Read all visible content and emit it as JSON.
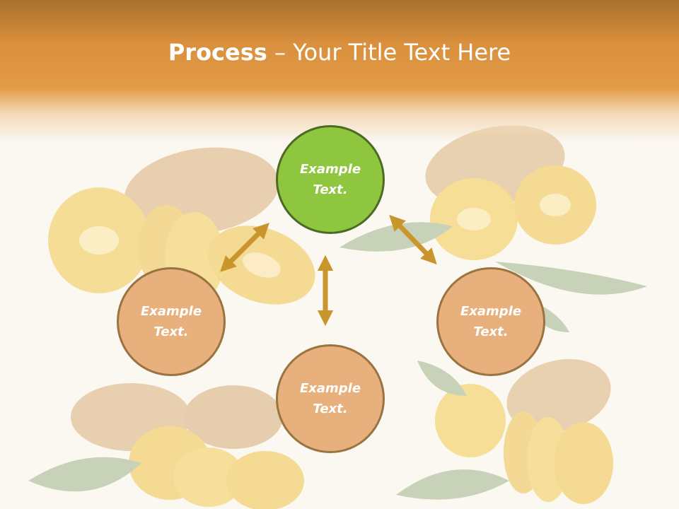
{
  "title": {
    "bold": "Process",
    "rest": " – Your Title Text Here"
  },
  "colors": {
    "header": "#e39b47",
    "accent_circle": "#8ec63f",
    "circle": "#e8b07c",
    "arrow": "#c9962e"
  },
  "nodes": [
    {
      "id": "top",
      "label": "Example Text.",
      "style": "green"
    },
    {
      "id": "left",
      "label": "Example Text.",
      "style": "orange"
    },
    {
      "id": "right",
      "label": "Example Text.",
      "style": "orange"
    },
    {
      "id": "bottom",
      "label": "Example Text.",
      "style": "orange"
    }
  ]
}
